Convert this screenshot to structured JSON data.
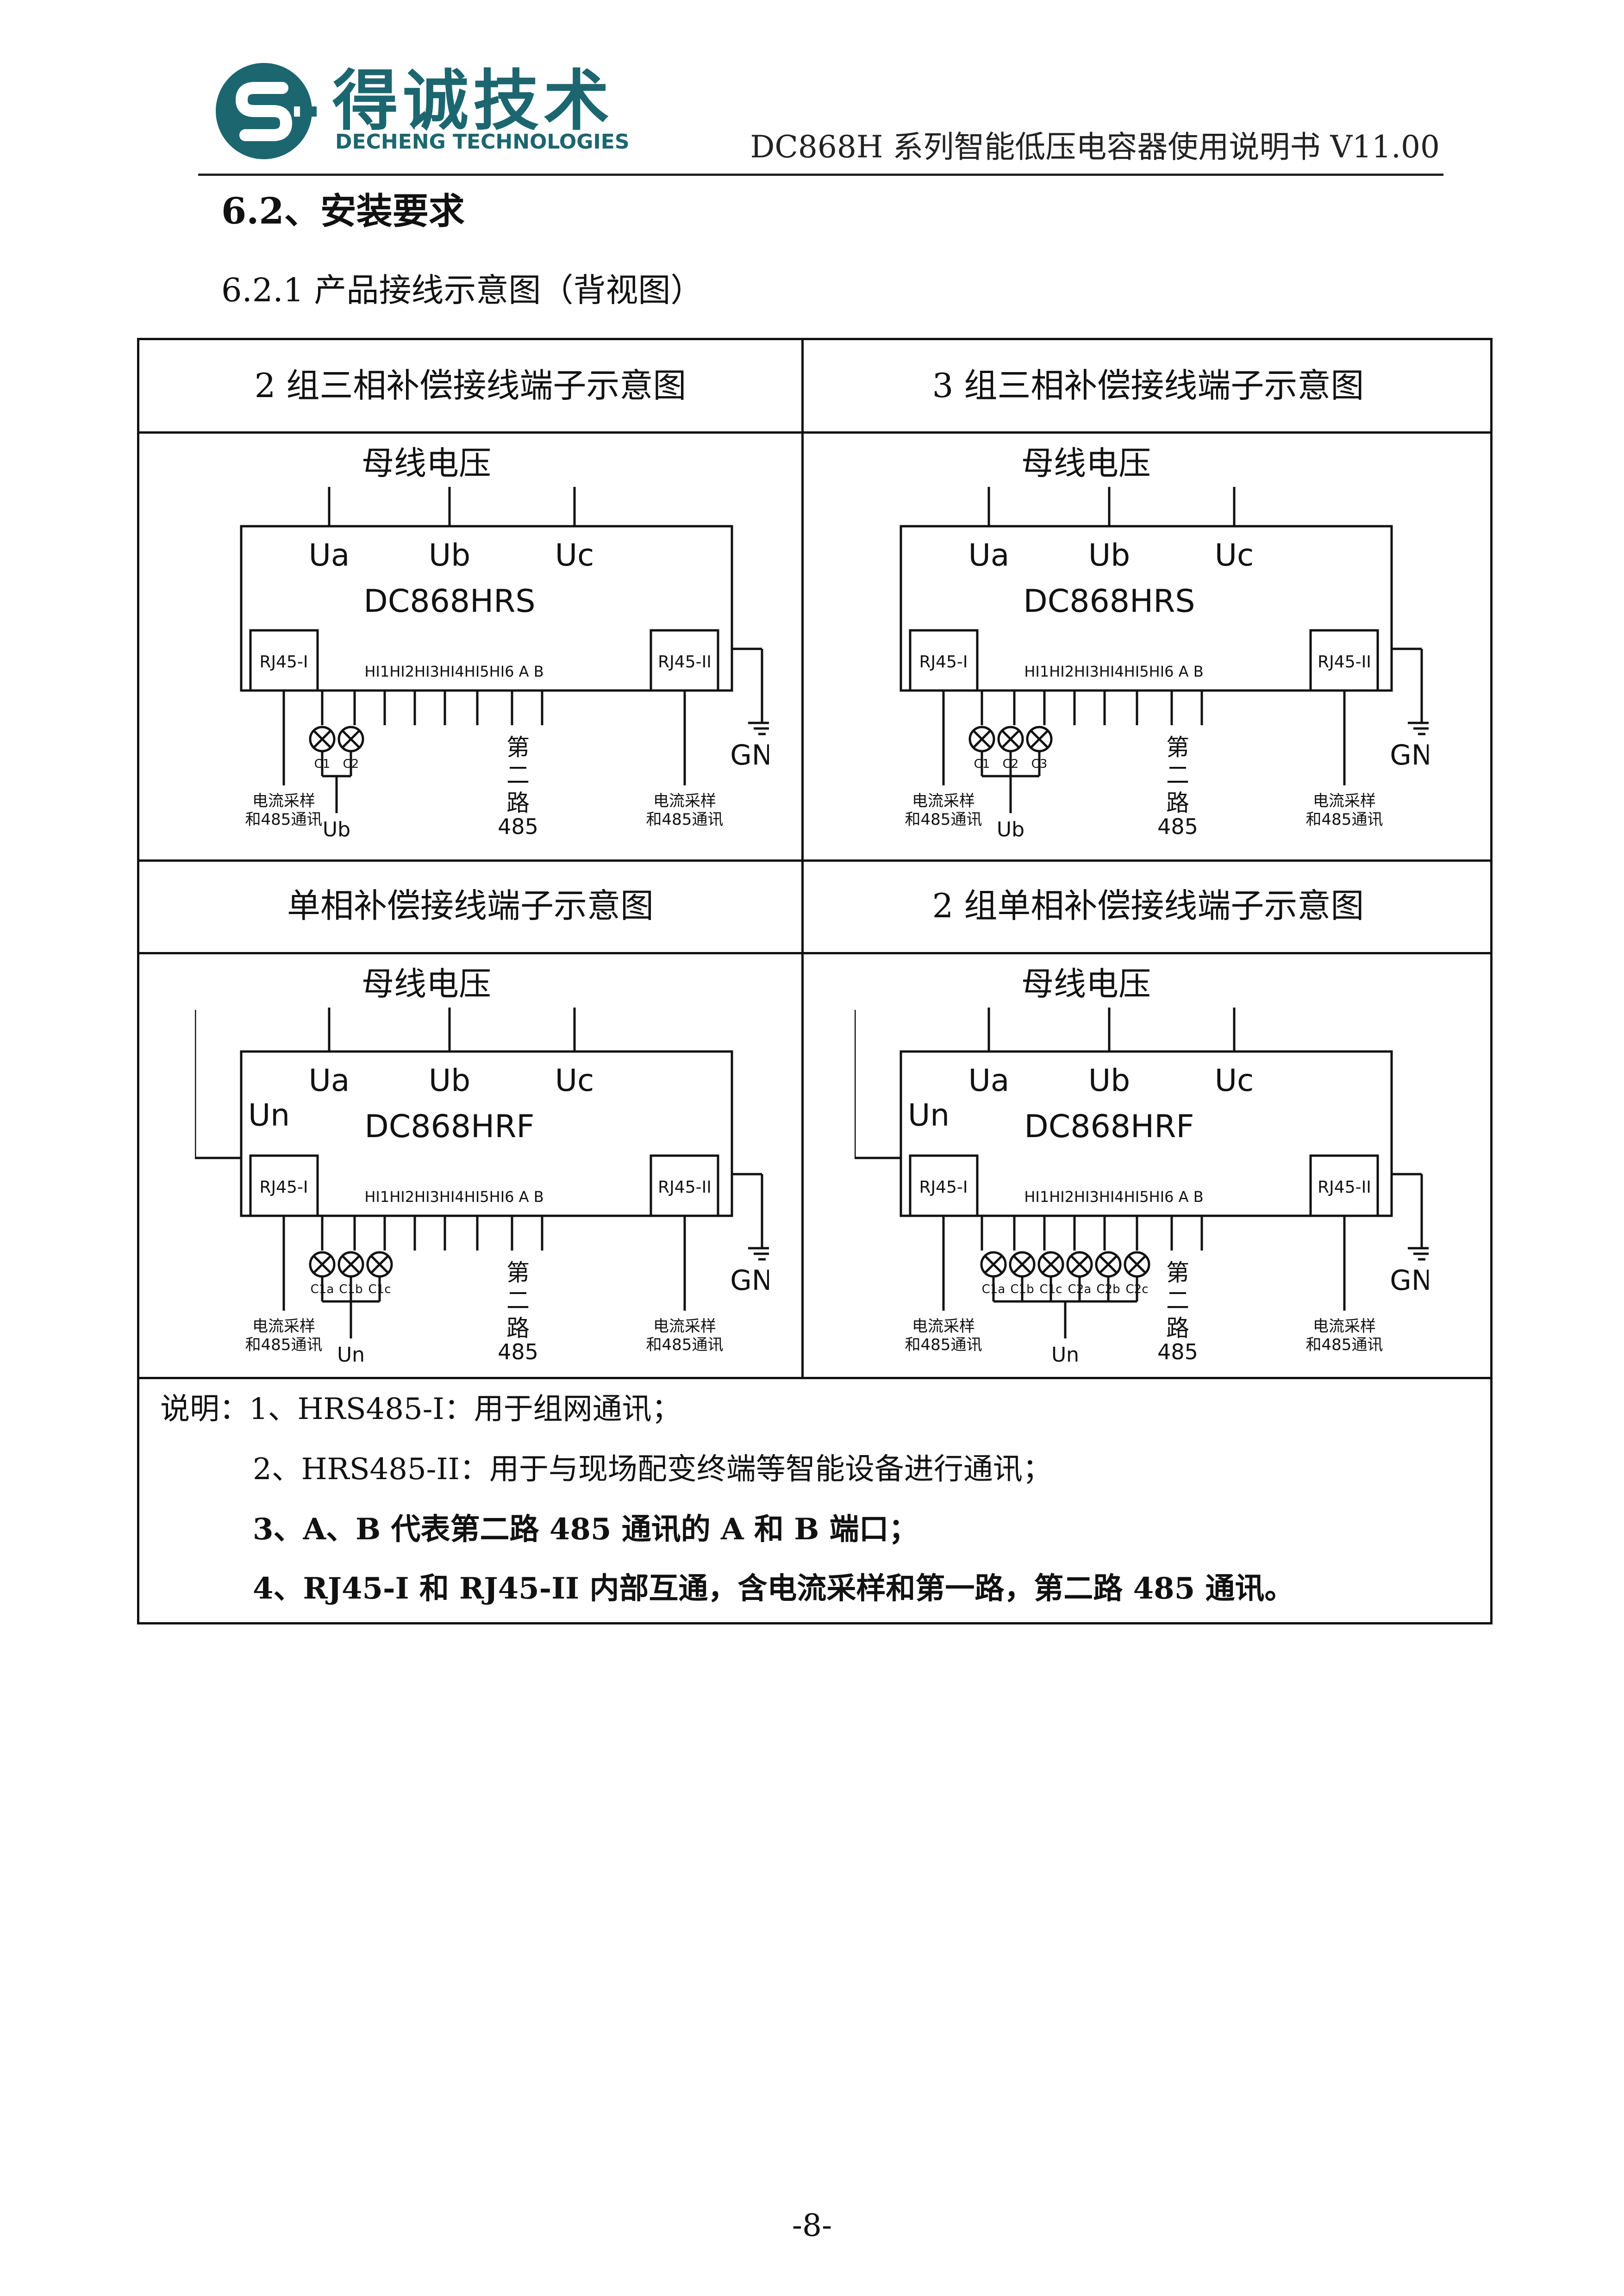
{
  "header": {
    "brand_cn": "得诚技术",
    "brand_en": "DECHENG TECHNOLOGIES",
    "doc_title": "DC868H 系列智能低压电容器使用说明书 V11.00"
  },
  "section_title": "6.2、安装要求",
  "subsection_title": "6.2.1 产品接线示意图（背视图）",
  "common": {
    "bus_voltage": "母线电压",
    "ua": "Ua",
    "ub": "Ub",
    "uc": "Uc",
    "un": "Un",
    "rj45_1": "RJ45-I",
    "rj45_2": "RJ45-II",
    "gnd": "GND",
    "terminals": "HI1HI2HI3HI4HI5HI6  A   B",
    "second_route_1": "第",
    "second_route_2": "二",
    "second_route_3": "路",
    "second_route_4": "485",
    "sampling_1": "电流采样",
    "sampling_2": "和485通讯"
  },
  "panels": [
    {
      "title": "2 组三相补偿接线端子示意图",
      "model": "DC868HRS",
      "caps": [
        "C1",
        "C2"
      ],
      "bottom_label": "Ub"
    },
    {
      "title": "3 组三相补偿接线端子示意图",
      "model": "DC868HRS",
      "caps": [
        "C1",
        "C2",
        "C3"
      ],
      "bottom_label": "Ub"
    },
    {
      "title": "单相补偿接线端子示意图",
      "model": "DC868HRF",
      "caps": [
        "C1a",
        "C1b",
        "C1c"
      ],
      "bottom_label": "Un"
    },
    {
      "title": "2 组单相补偿接线端子示意图",
      "model": "DC868HRF",
      "caps": [
        "C1a",
        "C1b",
        "C1c",
        "C2a",
        "C2b",
        "C2c"
      ],
      "bottom_label": "Un"
    }
  ],
  "notes": {
    "label": "说明：1、HRS485-I：用于组网通讯；",
    "n2": "2、HRS485-II：用于与现场配变终端等智能设备进行通讯；",
    "n3": "3、A、B 代表第二路 485 通讯的 A 和 B 端口；",
    "n4": "4、RJ45-I 和 RJ45-II 内部互通，含电流采样和第一路，第二路 485 通讯。"
  },
  "page_number": "-8-",
  "colors": {
    "brand": "#1c6670",
    "line": "#111111"
  }
}
